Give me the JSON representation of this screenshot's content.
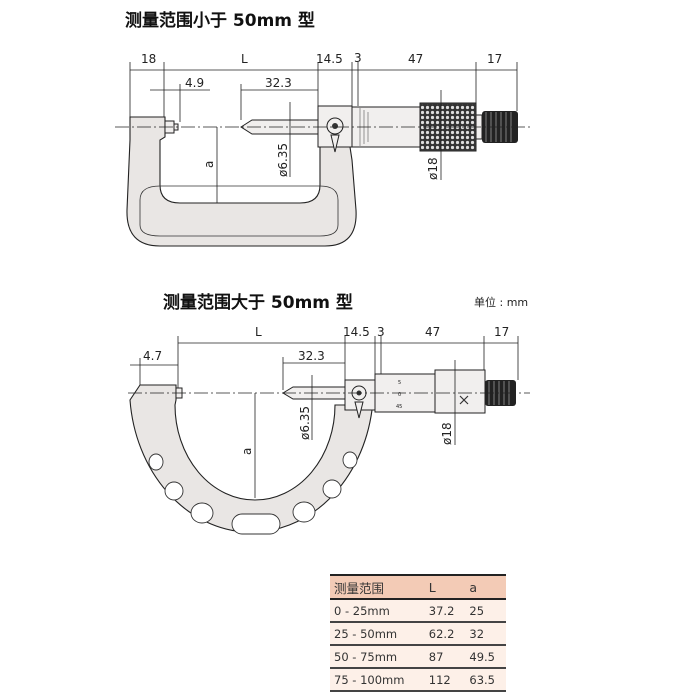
{
  "diagram_small": {
    "title": "测量范围小于 50mm 型",
    "dims": {
      "d18": "18",
      "L": "L",
      "d14_5": "14.5",
      "d3": "3",
      "d47": "47",
      "d17": "17",
      "d4_9": "4.9",
      "d32_3": "32.3",
      "a": "a",
      "phi6_35": "ø6.35",
      "phi18": "ø18"
    }
  },
  "diagram_large": {
    "title": "测量范围大于 50mm 型",
    "unit": "单位 : mm",
    "dims": {
      "d4_7": "4.7",
      "L": "L",
      "d14_5": "14.5",
      "d3": "3",
      "d47": "47",
      "d17": "17",
      "d32_3": "32.3",
      "a": "a",
      "phi6_35": "ø6.35",
      "phi18": "ø18"
    },
    "scale_marks": [
      "5",
      "0",
      "45"
    ]
  },
  "table": {
    "headers": [
      "测量范围",
      "L",
      "a"
    ],
    "rows": [
      [
        "0 - 25mm",
        "37.2",
        "25"
      ],
      [
        "25 - 50mm",
        "62.2",
        "32"
      ],
      [
        "50 - 75mm",
        "87",
        "49.5"
      ],
      [
        "75 - 100mm",
        "112",
        "63.5"
      ]
    ]
  }
}
